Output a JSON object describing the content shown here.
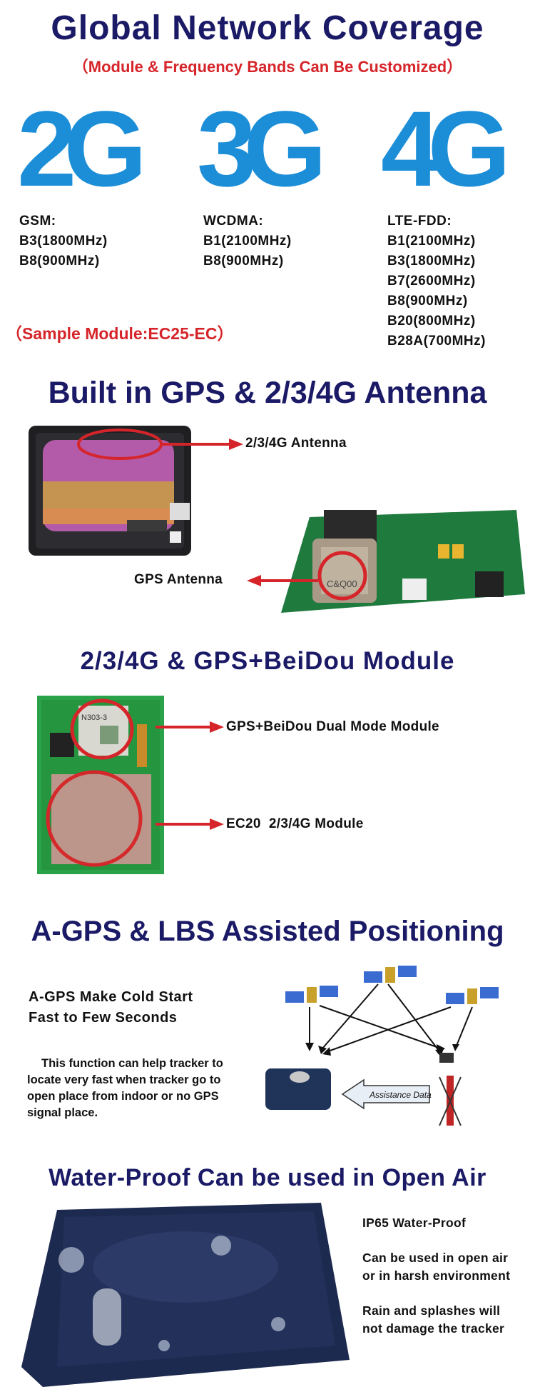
{
  "section1": {
    "title": "Global Network Coverage",
    "subtitle": "（Module & Frequency Bands Can Be Customized）",
    "logos": [
      "2G",
      "3G",
      "4G"
    ],
    "bands": [
      {
        "lines": [
          "GSM:",
          "B3(1800MHz)",
          "B8(900MHz)"
        ]
      },
      {
        "lines": [
          "WCDMA:",
          "B1(2100MHz)",
          "B8(900MHz)"
        ]
      },
      {
        "lines": [
          "LTE-FDD:",
          "B1(2100MHz)",
          "B3(1800MHz)",
          "B7(2600MHz)",
          "B8(900MHz)",
          "B20(800MHz)",
          "B28A(700MHz)"
        ]
      }
    ],
    "sample_module": "（Sample Module:EC25-EC）"
  },
  "section2": {
    "title": "Built in GPS & 2/3/4G Antenna",
    "antenna_label": "2/3/4G Antenna",
    "gps_label": "GPS Antenna",
    "chip_text": "C&Q00"
  },
  "section3": {
    "title": "2/3/4G & GPS+BeiDou Module",
    "gps_module_label": "GPS+BeiDou Dual Mode Module",
    "ec20_label": "EC20  2/3/4G Module",
    "chip_text": "N303-3"
  },
  "section4": {
    "title": "A-GPS & LBS Assisted Positioning",
    "subhead_line1": "A-GPS Make Cold Start",
    "subhead_line2": "Fast to Few Seconds",
    "paragraph": "This function can help tracker to locate very fast when tracker go to open place from indoor or no GPS signal place.",
    "assistance_label": "Assistance Data"
  },
  "section5": {
    "title": "Water-Proof Can be used in Open Air",
    "points": [
      "IP65 Water-Proof",
      "Can be used in open air or in harsh environment",
      "Rain and splashes will not damage the tracker"
    ]
  },
  "colors": {
    "heading": "#1b1a66",
    "accent_red": "#d6252a",
    "logo_blue": "#1c8ed8",
    "logo_grey": "#8c8c8c"
  }
}
